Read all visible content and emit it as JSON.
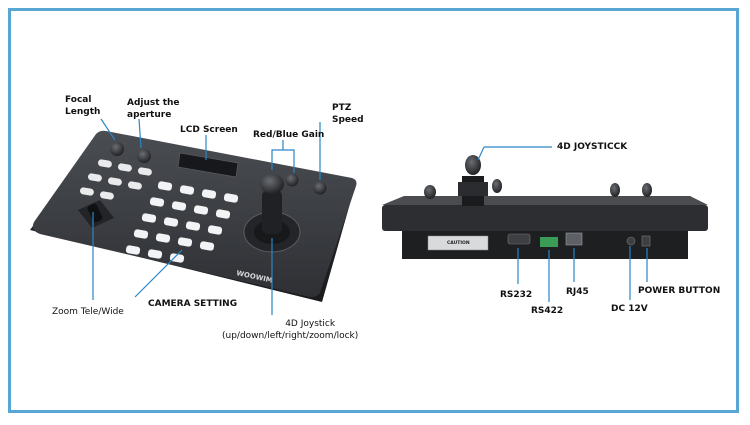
{
  "left_labels": {
    "focal_length": [
      "Focal",
      "Length"
    ],
    "aperture": [
      "Adjust the",
      "aperture"
    ],
    "lcd_screen": "LCD Screen",
    "red_blue_gain": "Red/Blue Gain",
    "ptz_speed": [
      "PTZ",
      "Speed"
    ],
    "zoom": "Zoom Tele/Wide",
    "camera_setting": "CAMERA SETTING",
    "joystick": [
      "4D Joystick",
      "(up/down/left/right/zoom/lock)"
    ]
  },
  "right_labels": {
    "joystick_4d": "4D JOYSTICCK",
    "rs232": "RS232",
    "rs422": "RS422",
    "rj45": "RJ45",
    "dc12v": "DC 12V",
    "power_button": "POWER BUTTON"
  },
  "device": {
    "brand": "WOOWIM",
    "caution_label": "CAUTION"
  },
  "colors": {
    "frame": "#58a6d4",
    "device_body": "#3a3c40",
    "callout_line": "#2a86c6"
  }
}
